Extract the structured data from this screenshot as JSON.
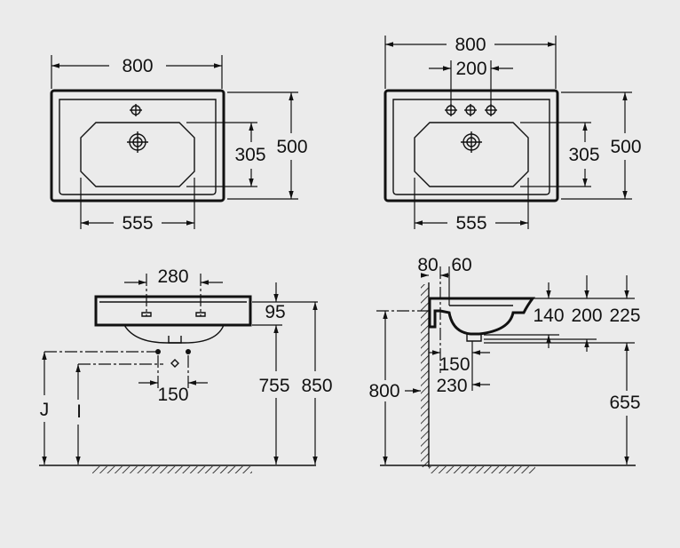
{
  "top_left": {
    "width": "800",
    "depth": "500",
    "bowl_width": "555",
    "bowl_depth": "305"
  },
  "top_right": {
    "width": "800",
    "tap_spacing": "200",
    "depth": "500",
    "bowl_width": "555",
    "bowl_depth": "305"
  },
  "front": {
    "tap_spacing": "280",
    "rim_height": "95",
    "waste_spacing": "150",
    "height_mid": "755",
    "height_total": "850",
    "letter_j": "J",
    "letter_i": "I"
  },
  "side": {
    "wall_gap_1": "80",
    "wall_gap_2": "60",
    "height_140": "140",
    "height_200": "200",
    "height_225": "225",
    "depth_150": "150",
    "depth_230": "230",
    "height_800": "800",
    "height_655": "655"
  },
  "colors": {
    "background": "#ebebeb",
    "ink": "#111111"
  }
}
